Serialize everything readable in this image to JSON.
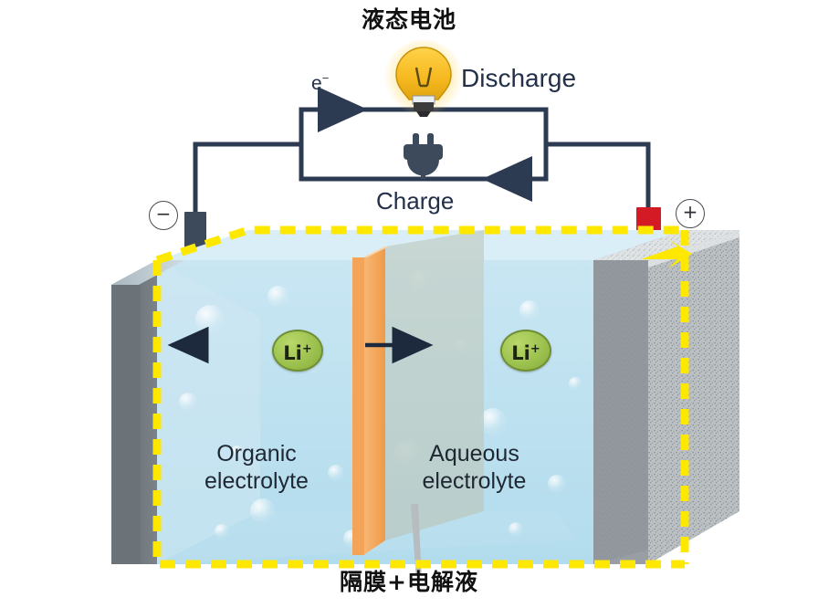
{
  "diagram": {
    "title_cn": "液态电池",
    "bottom_label_cn": "隔膜+电解液",
    "type": "liquid lithium battery cell cross-section"
  },
  "circuit": {
    "discharge_label": "Discharge",
    "charge_label": "Charge",
    "electron_label": "e",
    "electron_superscript": "−",
    "bulb_icon": "light-bulb-icon",
    "plug_icon": "power-plug-icon",
    "discharge_arrow_direction": "right",
    "charge_arrow_direction": "left",
    "wire_color": "#2c3a52"
  },
  "terminals": {
    "negative": {
      "sign": "−",
      "color": "#3c4a5c",
      "name": "negative-terminal"
    },
    "positive": {
      "sign": "+",
      "color": "#d41b25",
      "name": "positive-terminal"
    }
  },
  "cell": {
    "left_electrode": {
      "label": "",
      "color": "#6c7378"
    },
    "right_electrode": {
      "label": "",
      "color": "#b7bbbd",
      "texture": "speckled"
    },
    "separator_color": "#f2a35a",
    "organic_electrolyte_label": "Organic\nelectrolyte",
    "organic_line1": "Organic",
    "organic_line2": "electrolyte",
    "aqueous_line1": "Aqueous",
    "aqueous_line2": "electrolyte",
    "highlight_dash_color": "#ffe800",
    "ion_left": {
      "text": "Li",
      "charge": "+"
    },
    "ion_right": {
      "text": "Li",
      "charge": "+"
    },
    "ion_arrow_left_direction": "left",
    "ion_arrow_right_direction": "right"
  },
  "colors": {
    "accent_yellow": "#ffe800",
    "separator_orange": "#f2a35a",
    "ion_green": "#9dc24f",
    "positive_red": "#d41b25",
    "wire_navy": "#2c3a52",
    "liquid_blue": "#bfe0ef"
  }
}
